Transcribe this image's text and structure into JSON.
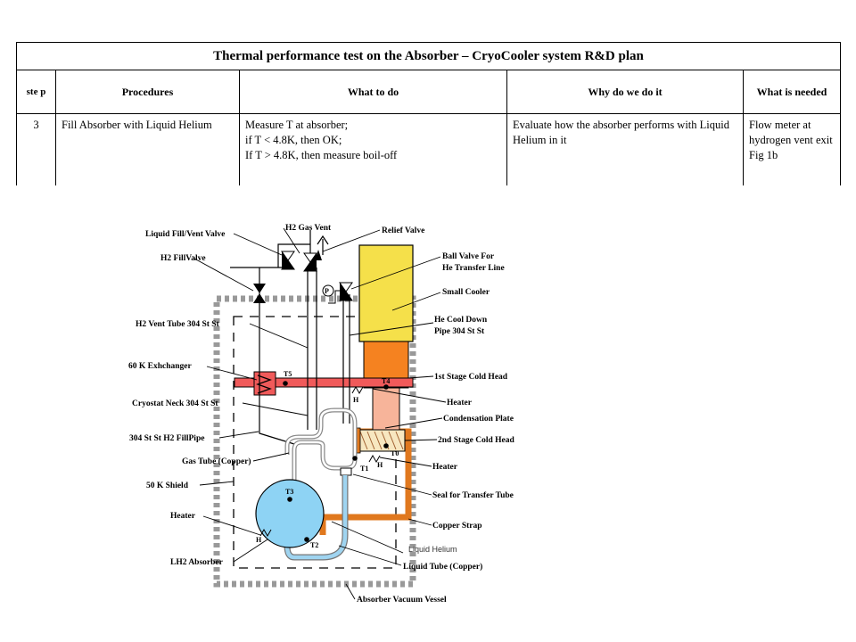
{
  "table": {
    "title": "Thermal performance test on the Absorber – CryoCooler system R&D plan",
    "headers": {
      "step": "ste p",
      "procedures": "Procedures",
      "what": "What to do",
      "why": "Why do we do it",
      "needed": "What is needed"
    },
    "rows": [
      {
        "step": "3",
        "procedure": "Fill Absorber with Liquid Helium",
        "what": [
          "Measure T at absorber;",
          "if T < 4.8K, then OK;",
          "If T > 4.8K, then measure boil-off"
        ],
        "why": "Evaluate how the absorber performs with Liquid Helium in it",
        "needed": "Flow meter at hydrogen vent exit Fig 1b"
      }
    ]
  },
  "diagram": {
    "labels": {
      "liquid_fill_vent_valve": "Liquid Fill/Vent Valve",
      "h2_gas_vent": "H2 Gas Vent",
      "relief_valve": "Relief Valve",
      "h2_fill_valve": "H2 FillValve",
      "ball_valve": [
        "Ball Valve For",
        "He Transfer Line"
      ],
      "small_cooler": "Small Cooler",
      "h2_vent_tube": "H2 Vent Tube 304 St St",
      "he_cool_down_pipe": [
        "He Cool Down",
        "Pipe 304 St St"
      ],
      "exchanger_60k": "60 K Exhchanger",
      "first_stage_cold_head": "1st Stage Cold Head",
      "cryostat_neck": "Cryostat Neck 304 St St",
      "heater_1": "Heater",
      "condensation_plate": "Condensation Plate",
      "h2_fill_pipe": "304 St St H2 FillPipe",
      "second_stage_cold_head": "2nd Stage Cold Head",
      "gas_tube": "Gas Tube (Copper)",
      "heater_2": "Heater",
      "shield_50k": "50 K Shield",
      "seal_transfer_tube": "Seal for Transfer Tube",
      "heater_3": "Heater",
      "copper_strap": "Copper Strap",
      "lh2_absorber": "LH2 Absorber",
      "liquid_helium": "Liquid Helium",
      "liquid_tube": "Liquid Tube (Copper)",
      "vacuum_vessel": "Absorber Vacuum Vessel"
    },
    "sensors": {
      "t0": "T0",
      "t1": "T1",
      "t2": "T2",
      "t3": "T3",
      "t4": "T4",
      "t5": "T5",
      "h": "H",
      "p": "P"
    },
    "colors": {
      "cooler": "#f5e04a",
      "first_stage": "#f58220",
      "second_stage": "#f7b49a",
      "exchanger": "#f05a5a",
      "absorber": "#8ed3f4",
      "liquid_tube": "#9fd4f0",
      "copper_strap": "#e0781e"
    }
  }
}
